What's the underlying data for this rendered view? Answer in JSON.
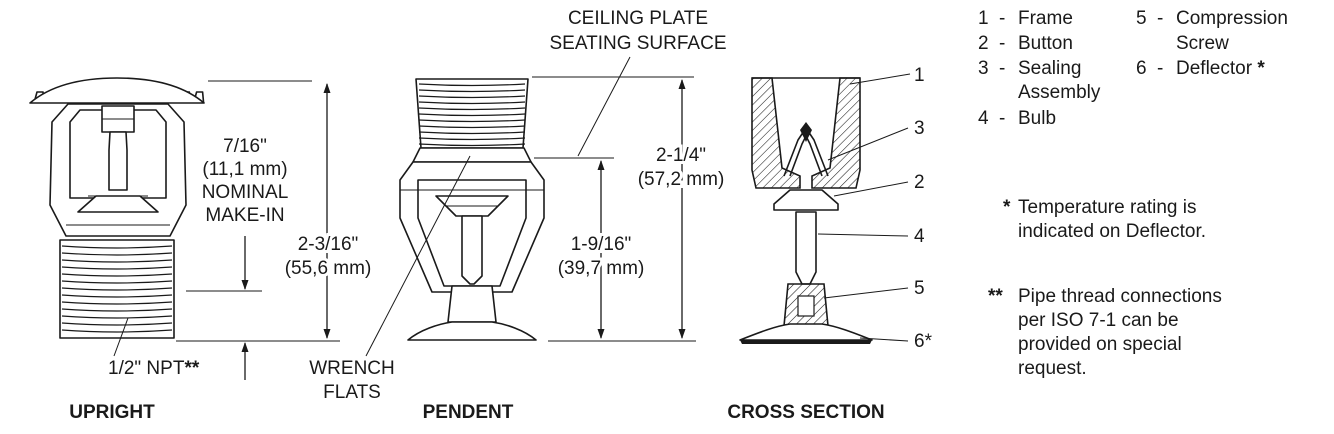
{
  "views": {
    "upright": {
      "caption": "UPRIGHT"
    },
    "pendent": {
      "caption": "PENDENT"
    },
    "cross_section": {
      "caption": "CROSS SECTION"
    }
  },
  "dimensions": {
    "ceiling_plate_line1": "CEILING PLATE",
    "ceiling_plate_line2": "SEATING SURFACE",
    "make_in_line1": "7/16\"",
    "make_in_line2": "(11,1 mm)",
    "make_in_line3": "NOMINAL",
    "make_in_line4": "MAKE-IN",
    "overall_upright_line1": "2-3/16\"",
    "overall_upright_line2": "(55,6 mm)",
    "npt_label": "1/2\" NPT",
    "npt_marker": "**",
    "wrench_flats_line1": "WRENCH",
    "wrench_flats_line2": "FLATS",
    "overall_pendent_line1": "2-1/4\"",
    "overall_pendent_line2": "(57,2 mm)",
    "below_plate_line1": "1-9/16\"",
    "below_plate_line2": "(39,7 mm)"
  },
  "callouts": [
    "1",
    "3",
    "2",
    "4",
    "5",
    "6*"
  ],
  "legend": {
    "items": [
      {
        "num": "1",
        "dash": "-",
        "label": "Frame"
      },
      {
        "num": "2",
        "dash": "-",
        "label": "Button"
      },
      {
        "num": "3",
        "dash": "-",
        "label": "Sealing",
        "label2": "Assembly"
      },
      {
        "num": "4",
        "dash": "-",
        "label": "Bulb"
      },
      {
        "num": "5",
        "dash": "-",
        "label": "Compression",
        "label2": "Screw"
      },
      {
        "num": "6",
        "dash": "-",
        "label": "Deflector",
        "marker": "*"
      }
    ]
  },
  "notes": {
    "temp_marker": "*",
    "temp_line1": "Temperature rating is",
    "temp_line2": "indicated on Deflector.",
    "pipe_marker": "**",
    "pipe_line1": "Pipe thread connections",
    "pipe_line2": "per ISO 7-1 can be",
    "pipe_line3": "provided on special",
    "pipe_line4": "request."
  }
}
